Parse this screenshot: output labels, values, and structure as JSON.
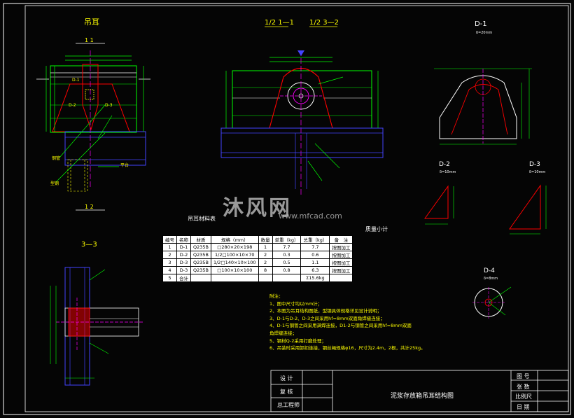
{
  "views": {
    "lifting_ear": "吊耳",
    "section_12": "1/2 1—1",
    "section_12b": "1/2 3—2",
    "d1": "D-1",
    "d1_sub": "δ=20mm",
    "d2": "D-2",
    "d2_sub": "δ=10mm",
    "d3": "D-3",
    "d3_sub": "δ=10mm",
    "d4": "D-4",
    "d4_sub": "δ=8mm",
    "sec_11": "1 1",
    "sec_22": "1 2",
    "sec_33": "3—3"
  },
  "callouts": {
    "d1": "D-1",
    "d2": "D-2",
    "d3": "D-3",
    "tube": "钢管",
    "plate": "平台",
    "steel": "型钢"
  },
  "table": {
    "title": "吊耳材料表",
    "weight_title": "质量小计",
    "headers": [
      "编号",
      "名称",
      "材质",
      "规格（mm）",
      "数量",
      "单重（kg）",
      "总重（kg）",
      "备　注"
    ],
    "rows": [
      [
        "1",
        "D-1",
        "Q235B",
        "□280×20×198",
        "1",
        "7.7",
        "7.7",
        "按图加工"
      ],
      [
        "2",
        "D-2",
        "Q235B",
        "1/2□100×10×70",
        "2",
        "0.3",
        "0.6",
        "按图加工"
      ],
      [
        "3",
        "D-3",
        "Q235B",
        "1/2□140×10×100",
        "2",
        "0.5",
        "1.1",
        "按图加工"
      ],
      [
        "4",
        "D-3",
        "Q235B",
        "□100×10×100",
        "8",
        "0.8",
        "6.3",
        "按图加工"
      ],
      [
        "5",
        "合计",
        "",
        "",
        "",
        "",
        "Σ15.6kg",
        ""
      ]
    ]
  },
  "notes": {
    "title": "附注：",
    "lines": [
      "1、图中尺寸均以mm计；",
      "2、本图为吊耳结构图纸，型钢具体规格详见设计说明；",
      "3、D-1与D-2、D-3之间采用hf=8mm双面角焊缝连接；",
      "4、D-1与钢管之间采用满焊连接，D1-2与钢管之间采用hf=8mm双面",
      "   角焊缝连接；",
      "5、钢材Q-2采用打磨处理；",
      "6、吊装时采用卸扣连接，钢丝绳规格φ16，尺寸为2.4m，2根，共计25kg。"
    ]
  },
  "title_block": {
    "design": "设 计",
    "review": "复 核",
    "chief": "总工程师",
    "drawing_title": "泥浆存放箱吊耳结构图",
    "drawing_no": "图 号",
    "scale_label": "比例尺",
    "sheet": "张 数",
    "date": "日 期"
  },
  "watermark": {
    "text": "沐风网",
    "url": "www.mfcad.com"
  }
}
